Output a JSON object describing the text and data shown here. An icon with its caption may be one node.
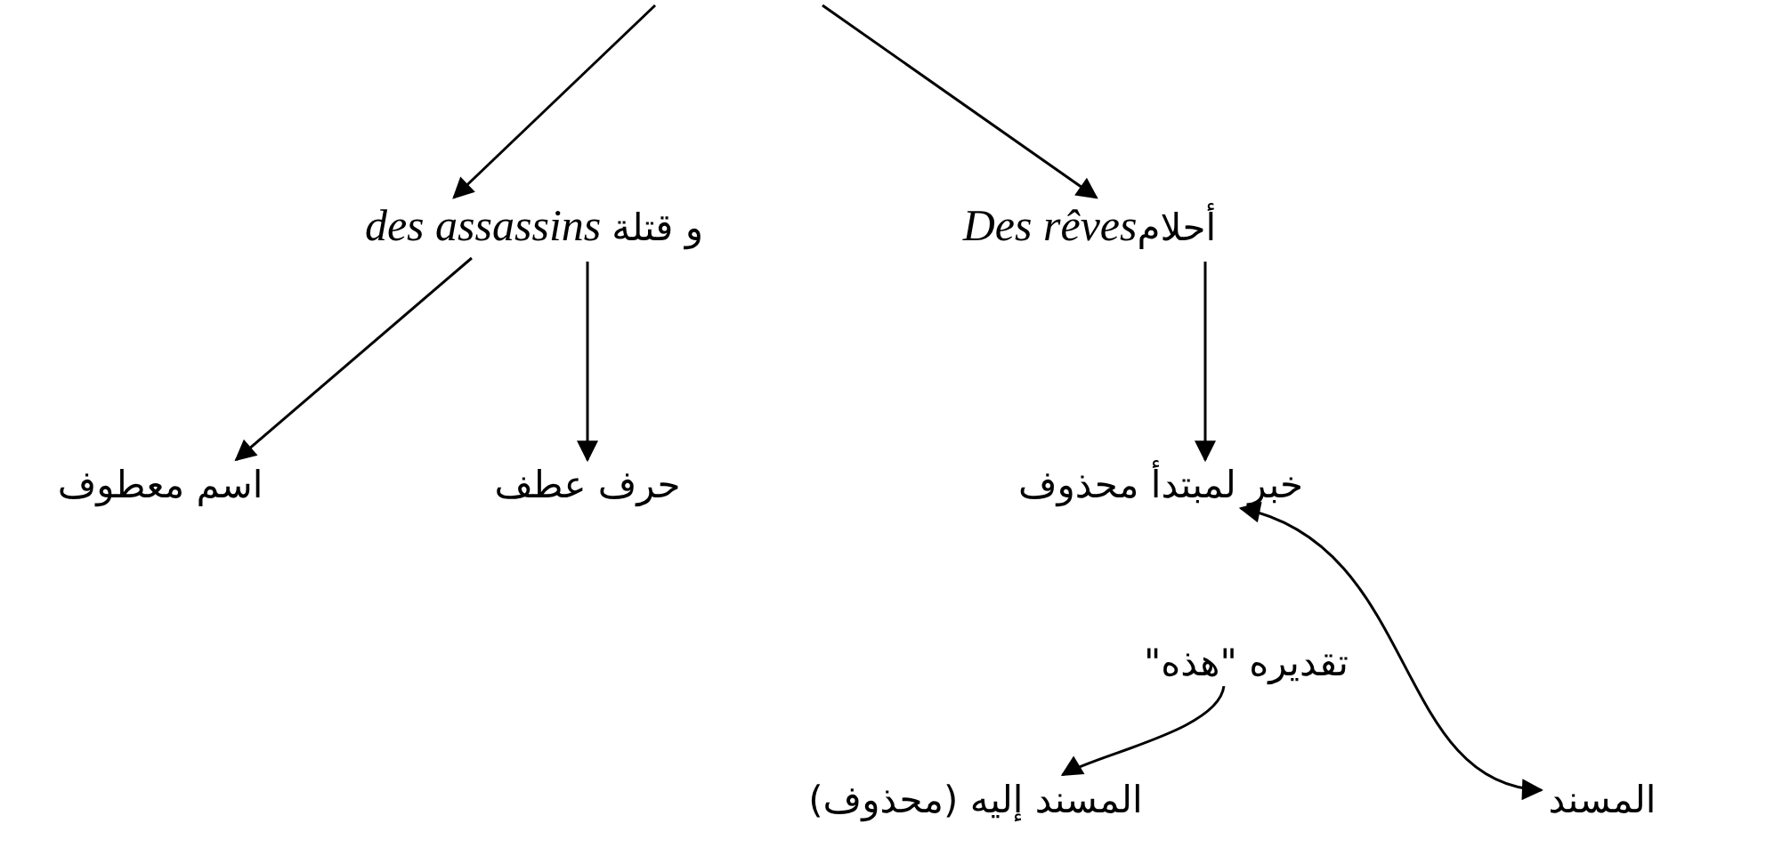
{
  "diagram": {
    "nodes": [
      {
        "text": [
          "و قتلة",
          "des assassins"
        ]
      },
      {
        "text": [
          "أحلام",
          "Des rêves"
        ]
      },
      {
        "text": [
          "اسم معطوف"
        ]
      },
      {
        "text": [
          "حرف عطف"
        ]
      },
      {
        "text": [
          "خبر لمبتدأ محذوف"
        ]
      },
      {
        "text": [
          "تقديره \"هذه\""
        ]
      },
      {
        "text": [
          "المسند إليه (محذوف)"
        ]
      },
      {
        "text": [
          "المسند"
        ]
      }
    ],
    "edges": [
      {
        "from": null,
        "to": 0,
        "arrow": "to"
      },
      {
        "from": null,
        "to": 1,
        "arrow": "to"
      },
      {
        "from": 0,
        "to": 2,
        "arrow": "to"
      },
      {
        "from": 0,
        "to": 3,
        "arrow": "to"
      },
      {
        "from": 1,
        "to": 4,
        "arrow": "to"
      },
      {
        "from": 4,
        "to": 7,
        "arrow": "both"
      },
      {
        "from": 5,
        "to": 6,
        "arrow": "to"
      }
    ]
  }
}
